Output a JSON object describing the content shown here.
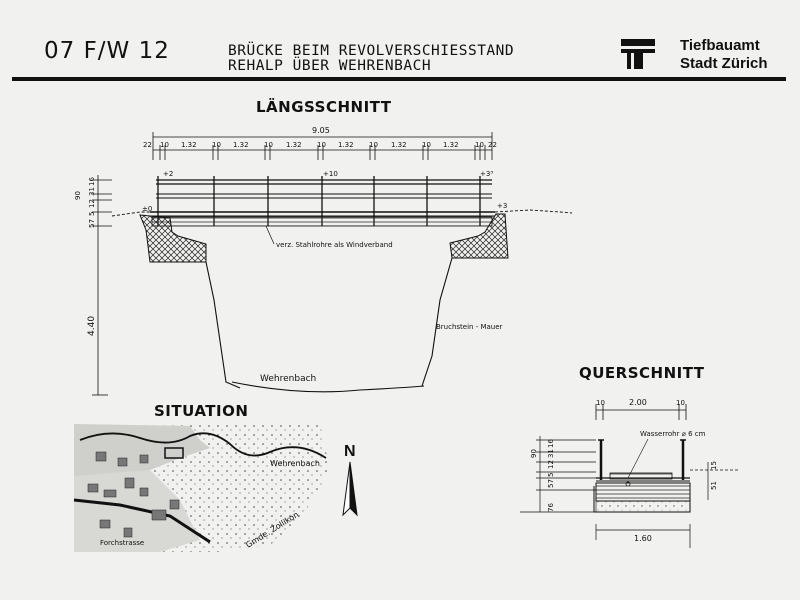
{
  "header": {
    "code": "07 F/W 12",
    "title_line1": "BRÜCKE BEIM REVOLVERSCHIESSTAND",
    "title_line2": "REHALP ÜBER WEHRENBACH",
    "org_line1": "Tiefbauamt",
    "org_line2": "Stadt Zürich"
  },
  "longitudinal": {
    "heading": "LÄNGSSCHNITT",
    "total_span": "9.05",
    "dims_top": [
      "22",
      "10",
      "1.32",
      "10",
      "1.32",
      "10",
      "1.32",
      "10",
      "1.32",
      "10",
      "1.32",
      "10",
      "1.32",
      "10",
      "22"
    ],
    "level_left": "+2",
    "level_mid": "+10",
    "level_right": "+3³",
    "level_left_low": "±0",
    "level_right_low": "+3",
    "vertical_dims": [
      "90",
      "16",
      "31",
      "12",
      "5",
      "57"
    ],
    "height": "4.40",
    "note_windverband": "verz. Stahlrohre als Windverband",
    "note_wall": "Bruchstein - Mauer",
    "stream_label": "Wehrenbach"
  },
  "cross_section": {
    "heading": "QUERSCHNITT",
    "width": "2.00",
    "dim_left": "10",
    "dim_right": "10",
    "pipe_note": "Wasserrohr ⌀ 6 cm",
    "vertical_dims": [
      "90",
      "16",
      "31",
      "12",
      "5",
      "57"
    ],
    "right_dims": [
      "15",
      "51"
    ],
    "depth": "76",
    "bottom_width": "1.60"
  },
  "situation": {
    "heading": "SITUATION",
    "label_stream": "Wehrenbach",
    "label_street": "Forchstrasse",
    "label_municipality": "Gmde. Zollikon",
    "north": "N"
  }
}
